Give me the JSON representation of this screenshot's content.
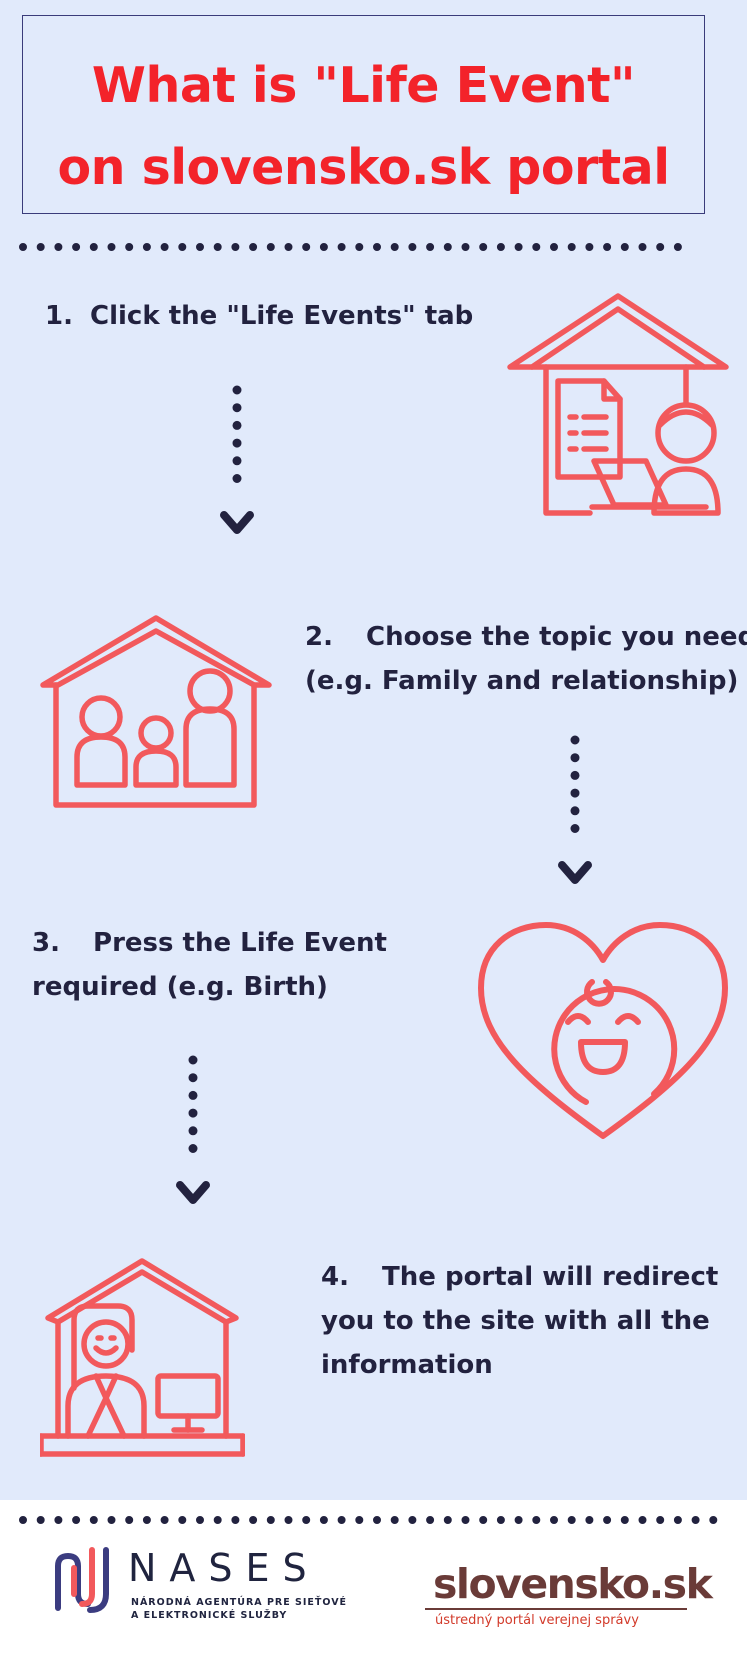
{
  "title": {
    "line1": "What is \"Life Event\"",
    "line2": "on slovensko.sk portal"
  },
  "steps": [
    {
      "number": "1.",
      "lines": [
        "Click the \"Life Events\" tab"
      ],
      "icon": "remote-work-house-icon"
    },
    {
      "number": "2.",
      "lines": [
        "Choose the topic you need",
        "(e.g. Family and relationship)"
      ],
      "icon": "family-house-icon"
    },
    {
      "number": "3.",
      "lines": [
        "Press the Life Event",
        "required (e.g. Birth)"
      ],
      "icon": "baby-heart-icon"
    },
    {
      "number": "4.",
      "lines": [
        "The portal will redirect",
        "you to the site with all the",
        "information"
      ],
      "icon": "office-worker-house-icon"
    }
  ],
  "footer": {
    "nases": {
      "name": "NASES",
      "subtitle_line1": "NÁRODNÁ AGENTÚRA PRE SIEŤOVÉ",
      "subtitle_line2": "A ELEKTRONICKÉ SLUŽBY"
    },
    "slovensko": {
      "name": "slovensko.sk",
      "tagline": "ústredný portál verejnej správy"
    }
  },
  "colors": {
    "background": "#e1eafb",
    "title_red": "#f3232a",
    "icon_coral": "#f2595c",
    "text_navy": "#22223f"
  }
}
